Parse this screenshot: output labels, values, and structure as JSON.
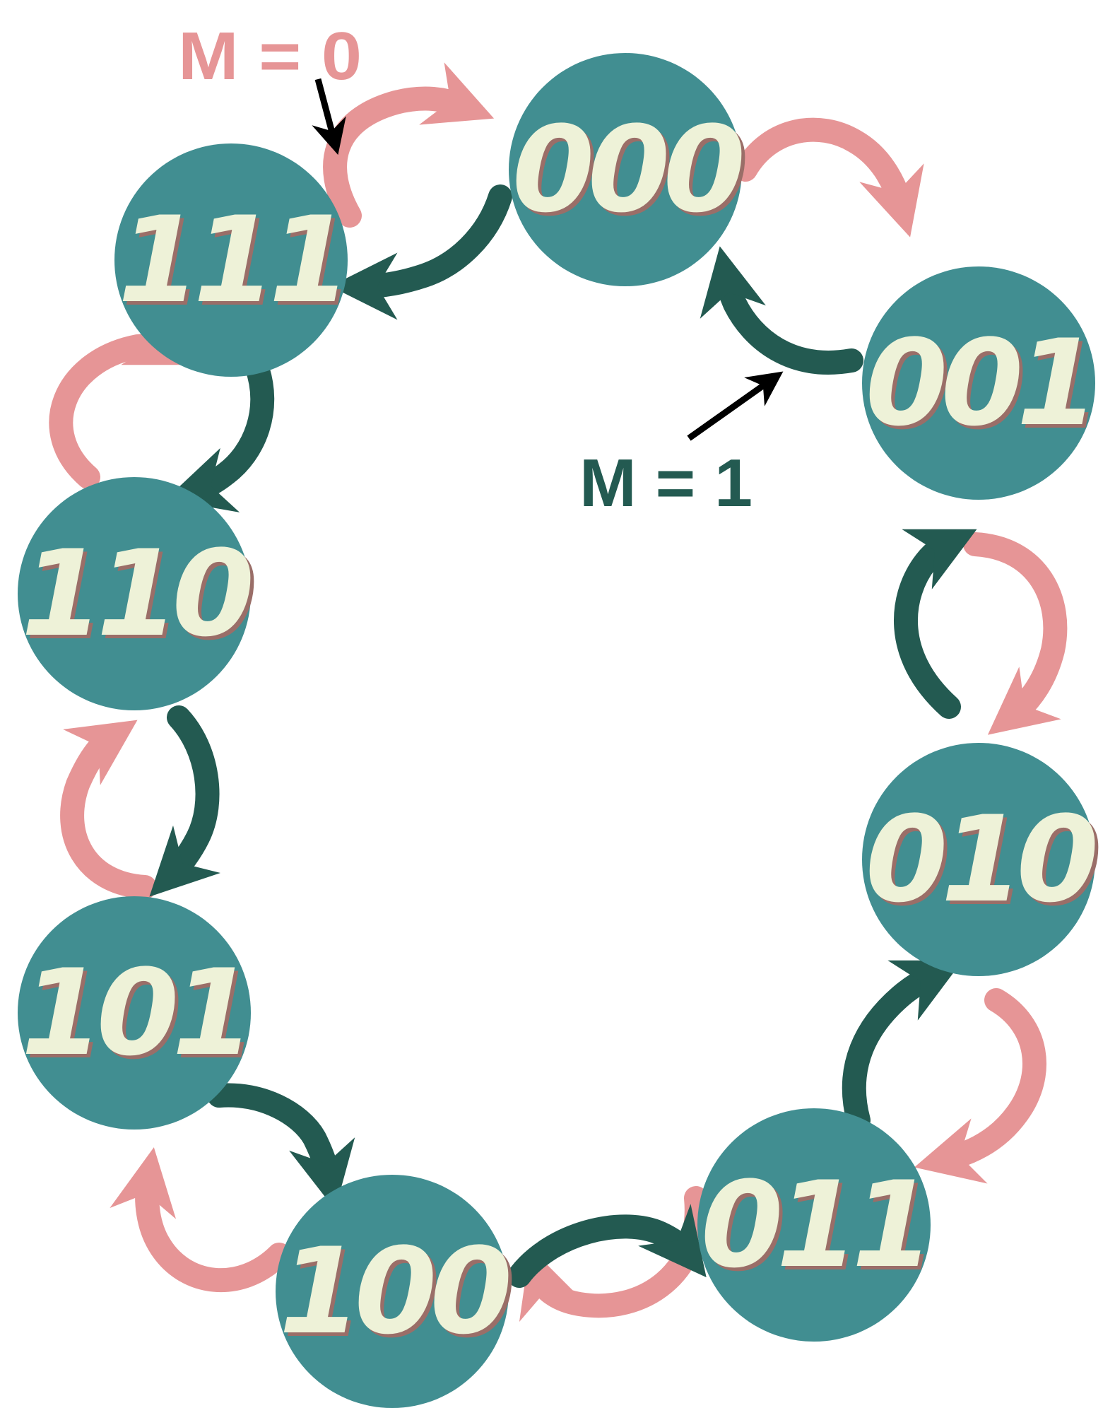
{
  "colors": {
    "state_fill": "#418e91",
    "state_text": "#eef2d8",
    "state_text_shadow": "#9a6e68",
    "count_down_arrow": "#e69596",
    "count_up_arrow": "#235a51",
    "pointer_arrow": "#000000",
    "background": "#ffffff"
  },
  "states": [
    {
      "id": "s000",
      "label": "000"
    },
    {
      "id": "s001",
      "label": "001"
    },
    {
      "id": "s010",
      "label": "010"
    },
    {
      "id": "s011",
      "label": "011"
    },
    {
      "id": "s100",
      "label": "100"
    },
    {
      "id": "s101",
      "label": "101"
    },
    {
      "id": "s110",
      "label": "110"
    },
    {
      "id": "s111",
      "label": "111"
    }
  ],
  "mode_labels": {
    "m0": {
      "text": "M = 0",
      "color": "#e69596"
    },
    "m1": {
      "text": "M = 1",
      "color": "#235a51"
    }
  },
  "transitions": {
    "m1_up": [
      {
        "from": "000",
        "to": "111"
      },
      {
        "from": "111",
        "to": "110"
      },
      {
        "from": "110",
        "to": "101"
      },
      {
        "from": "101",
        "to": "100"
      },
      {
        "from": "100",
        "to": "011"
      },
      {
        "from": "011",
        "to": "010"
      },
      {
        "from": "010",
        "to": "001"
      },
      {
        "from": "001",
        "to": "000"
      }
    ],
    "m0_down": [
      {
        "from": "111",
        "to": "000"
      },
      {
        "from": "000",
        "to": "001"
      },
      {
        "from": "001",
        "to": "010"
      },
      {
        "from": "010",
        "to": "011"
      },
      {
        "from": "011",
        "to": "100"
      },
      {
        "from": "100",
        "to": "101"
      },
      {
        "from": "101",
        "to": "110"
      },
      {
        "from": "110",
        "to": "111"
      }
    ]
  }
}
